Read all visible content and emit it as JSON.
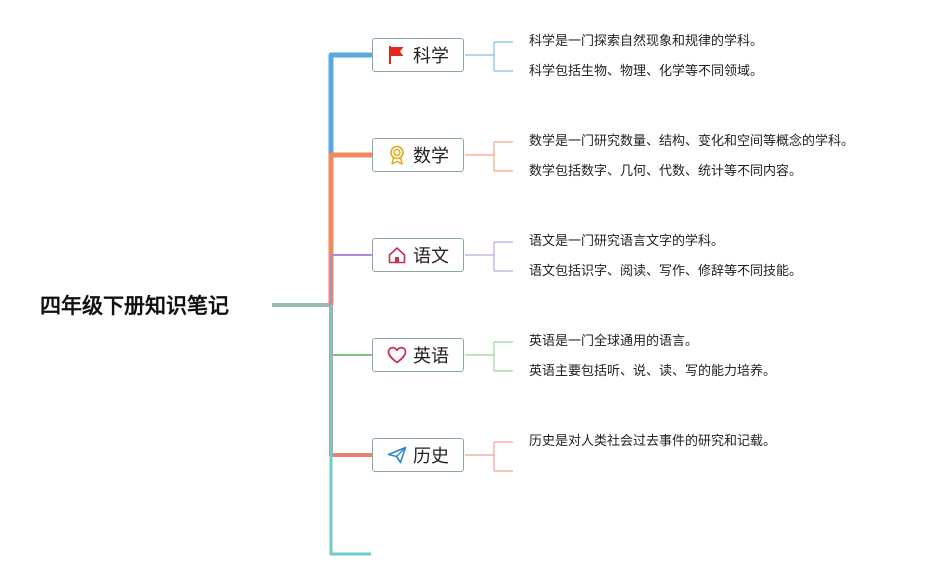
{
  "root": {
    "title": "四年级下册知识笔记"
  },
  "branches": [
    {
      "label": "科学",
      "icon": "flag-icon",
      "color": "#5aa9df",
      "notes": [
        "科学是一门探索自然现象和规律的学科。",
        "科学包括生物、物理、化学等不同领域。"
      ]
    },
    {
      "label": "数学",
      "icon": "award-medal-icon",
      "color": "#ef8a62",
      "notes": [
        "数学是一门研究数量、结构、变化和空间等概念的学科。",
        "数学包括数字、几何、代数、统计等不同内容。"
      ]
    },
    {
      "label": "语文",
      "icon": "home-icon",
      "color": "#a98bd6",
      "notes": [
        "语文是一门研究语言文字的学科。",
        "语文包括识字、阅读、写作、修辞等不同技能。"
      ]
    },
    {
      "label": "英语",
      "icon": "heart-icon",
      "color": "#7fc17d",
      "notes": [
        "英语是一门全球通用的语言。",
        "英语主要包括听、说、读、写的能力培养。"
      ]
    },
    {
      "label": "历史",
      "icon": "send-icon",
      "color": "#e8807a",
      "notes": [
        "历史是对人类社会过去事件的研究和记载。",
        ""
      ]
    }
  ],
  "colors": {
    "trunk_tail": "#6fcdc9",
    "root_line": "#9bbcb6"
  }
}
